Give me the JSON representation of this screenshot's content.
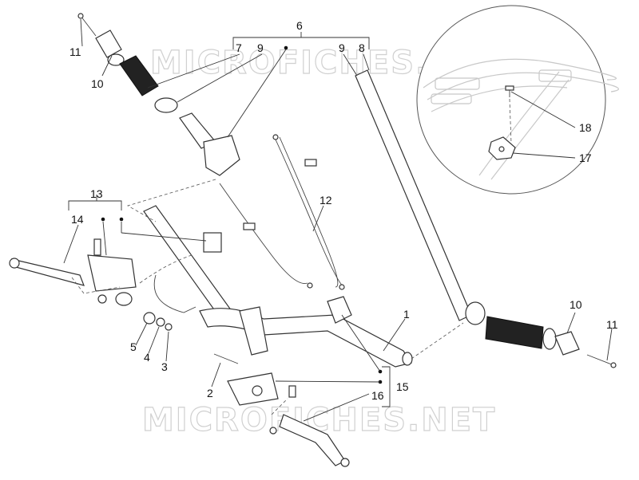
{
  "watermark": {
    "top": "MICROFICHES.NET",
    "bottom": "MICROFICHES.NET"
  },
  "callouts": {
    "n1": "1",
    "n2": "2",
    "n3": "3",
    "n4": "4",
    "n5": "5",
    "n6": "6",
    "n7": "7",
    "n8": "8",
    "n9a": "9",
    "n9b": "9",
    "n10a": "10",
    "n10b": "10",
    "n11a": "11",
    "n11b": "11",
    "n12": "12",
    "n13": "13",
    "n14": "14",
    "n15": "15",
    "n16": "16",
    "n17": "17",
    "n18": "18"
  }
}
